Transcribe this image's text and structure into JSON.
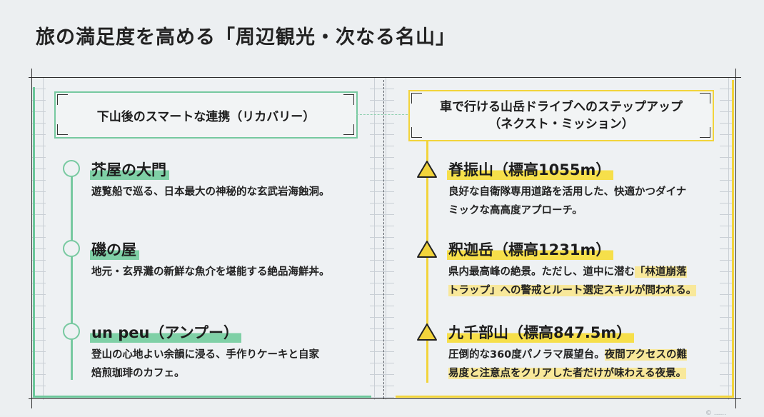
{
  "title": "旅の満足度を高める「周辺観光・次なる名山」",
  "left": {
    "header": "下山後のスマートな連携（リカバリー）",
    "items": [
      {
        "name": "芥屋の大門",
        "desc": "遊覧船で巡る、日本最大の神秘的な玄武岩海蝕洞。"
      },
      {
        "name": "磯の屋",
        "desc": "地元・玄界灘の新鮮な魚介を堪能する絶品海鮮丼。"
      },
      {
        "name": "un peu（アンプー）",
        "desc_line1": "登山の心地よい余韻に浸る、手作りケーキと自家",
        "desc_line2": "焙煎珈琲のカフェ。"
      }
    ]
  },
  "right": {
    "header_line1": "車で行ける山岳ドライブへのステップアップ",
    "header_line2": "（ネクスト・ミッション）",
    "items": [
      {
        "name": "脊振山（標高1055m）",
        "desc_line1": "良好な自衛隊専用道路を活用した、快適かつダイナ",
        "desc_line2": "ミックな高高度アプローチ。"
      },
      {
        "name": "釈迦岳（標高1231m）",
        "desc_line1_a": "県内最高峰の絶景。ただし、道中に潜む",
        "desc_line1_b": "「林道崩落",
        "desc_line2": "トラップ」への警戒とルート選定スキルが問われる。"
      },
      {
        "name": "九千部山（標高847.5m）",
        "desc_line1_a": "圧倒的な360度パノラマ展望台。",
        "desc_line1_b": "夜間アクセスの難",
        "desc_line2": "易度と注意点をクリアした者だけが味わえる夜景。"
      }
    ]
  },
  "colors": {
    "green": "#77c9a0",
    "yellow": "#f2d43b"
  },
  "icons": {
    "left_marker": "circle-marker-icon",
    "right_marker": "triangle-marker-icon"
  },
  "footer": "© ......"
}
